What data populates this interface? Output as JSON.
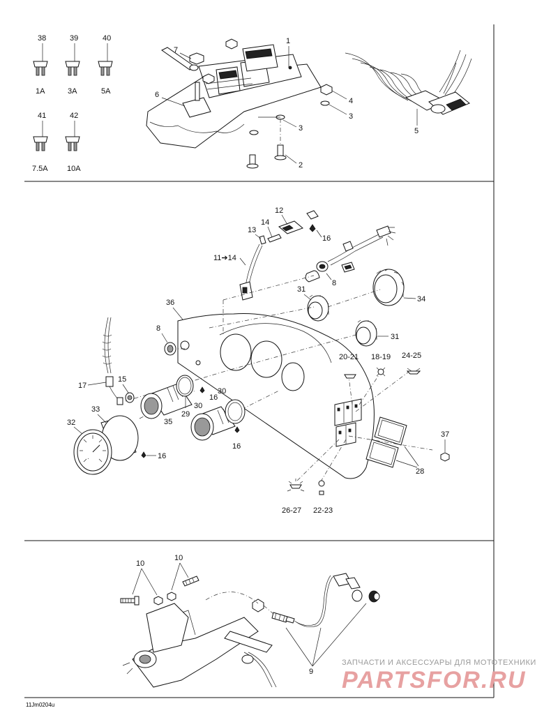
{
  "fuses": [
    {
      "ref": "38",
      "rating": "1A"
    },
    {
      "ref": "39",
      "rating": "3A"
    },
    {
      "ref": "40",
      "rating": "5A"
    },
    {
      "ref": "41",
      "rating": "7.5A"
    },
    {
      "ref": "42",
      "rating": "10A"
    }
  ],
  "callouts": {
    "c1": "1",
    "c2": "2",
    "c3a": "3",
    "c3b": "3",
    "c4": "4",
    "c5": "5",
    "c6": "6",
    "c7": "7",
    "c12": "12",
    "c13": "13",
    "c14": "14",
    "c16a": "16",
    "c11_14": "11➔14",
    "c8a": "8",
    "c36": "36",
    "c31a": "31",
    "c34": "34",
    "c8b": "8",
    "c31b": "31",
    "c20_21": "20-21",
    "c18_19": "18-19",
    "c24_25": "24-25",
    "c17": "17",
    "c15": "15",
    "c30a": "30",
    "c30b": "30",
    "c16b": "16",
    "c33": "33",
    "c29": "29",
    "c35": "35",
    "c32": "32",
    "c16c": "16",
    "c16d": "16",
    "c37": "37",
    "c28": "28",
    "c26_27": "26-27",
    "c22_23": "22-23",
    "c10a": "10",
    "c10b": "10",
    "c9": "9"
  },
  "diagram_code": "11Jm0204u",
  "watermark": {
    "caption": "ЗАПЧАСТИ И АКСЕССУАРЫ ДЛЯ МОТОТЕХНИКИ",
    "logo_text": "PARTSFOR.RU"
  },
  "colors": {
    "line": "#111111",
    "watermark": "#e7a1a1"
  }
}
